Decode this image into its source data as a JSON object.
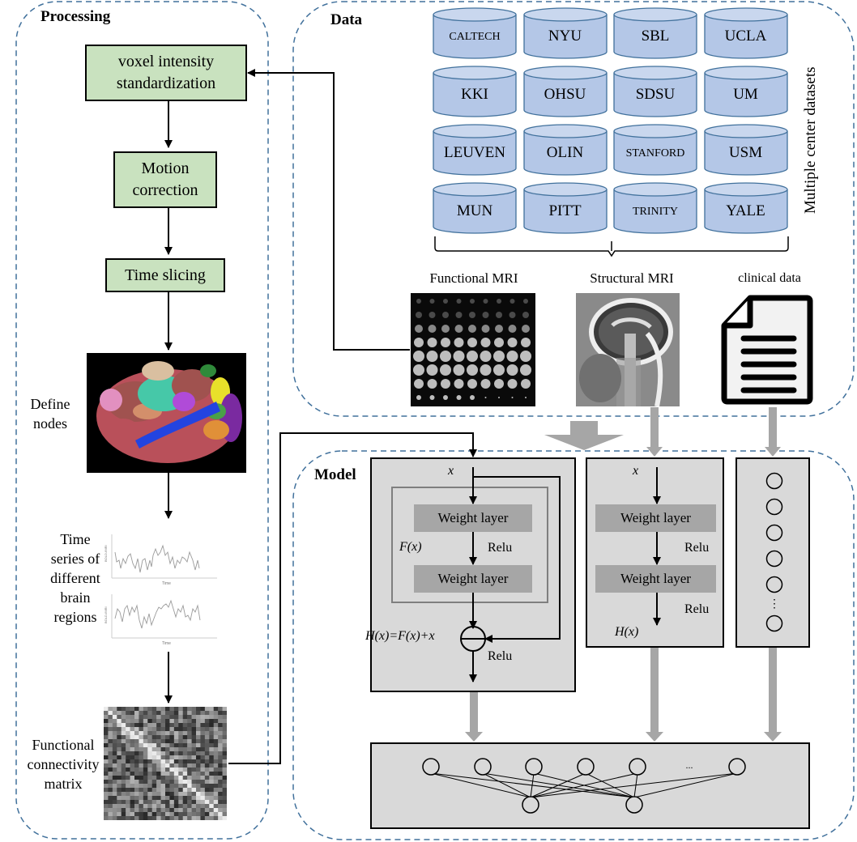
{
  "processing": {
    "title": "Processing",
    "steps": [
      {
        "label_line1": "voxel intensity",
        "label_line2": "standardization"
      },
      {
        "label_line1": "Motion",
        "label_line2": "correction"
      },
      {
        "label_line1": "Time slicing",
        "label_line2": ""
      }
    ],
    "define_nodes": {
      "line1": "Define",
      "line2": "nodes"
    },
    "time_series": {
      "line1": "Time",
      "line2": "series of",
      "line3": "different",
      "line4": "brain",
      "line5": "regions",
      "ylabel": "BOLD-fMRI",
      "xlabel": "Time"
    },
    "fc_matrix": {
      "line1": "Functional",
      "line2": "connectivity",
      "line3": "matrix"
    }
  },
  "data": {
    "title": "Data",
    "side_label": "Multiple center datasets",
    "centers": [
      [
        "CALTECH",
        "NYU",
        "SBL",
        "UCLA"
      ],
      [
        "KKI",
        "OHSU",
        "SDSU",
        "UM"
      ],
      [
        "LEUVEN",
        "OLIN",
        "STANFORD",
        "USM"
      ],
      [
        "MUN",
        "PITT",
        "TRINITY",
        "YALE"
      ]
    ],
    "modalities": {
      "functional": "Functional MRI",
      "structural": "Structural MRI",
      "clinical": "clinical data"
    }
  },
  "model": {
    "title": "Model",
    "resnet": {
      "input": "x",
      "layer1": "Weight layer",
      "layer2": "Weight layer",
      "residual_fn": "F(x)",
      "relu1": "Relu",
      "sum": "H(x)=F(x)+x",
      "relu2": "Relu"
    },
    "plain": {
      "input": "x",
      "layer1": "Weight layer",
      "layer2": "Weight layer",
      "relu1": "Relu",
      "relu2": "Relu",
      "output": "H(x)"
    },
    "clinical_nodes": {
      "count_shown": 6,
      "ellipsis": "⋮"
    },
    "fusion": {
      "input_nodes": 6,
      "ellipsis": "...",
      "output_nodes": 2
    }
  },
  "colors": {
    "green_box": "#c9e2bf",
    "cylinder_fill": "#b4c7e7",
    "cylinder_top": "#c9d7ee",
    "cylinder_stroke": "#41719c",
    "dashed_border": "#41719c",
    "model_box": "#d9d9d9",
    "weight_layer": "#a6a6a6",
    "arrow_gray": "#a6a6a6"
  }
}
